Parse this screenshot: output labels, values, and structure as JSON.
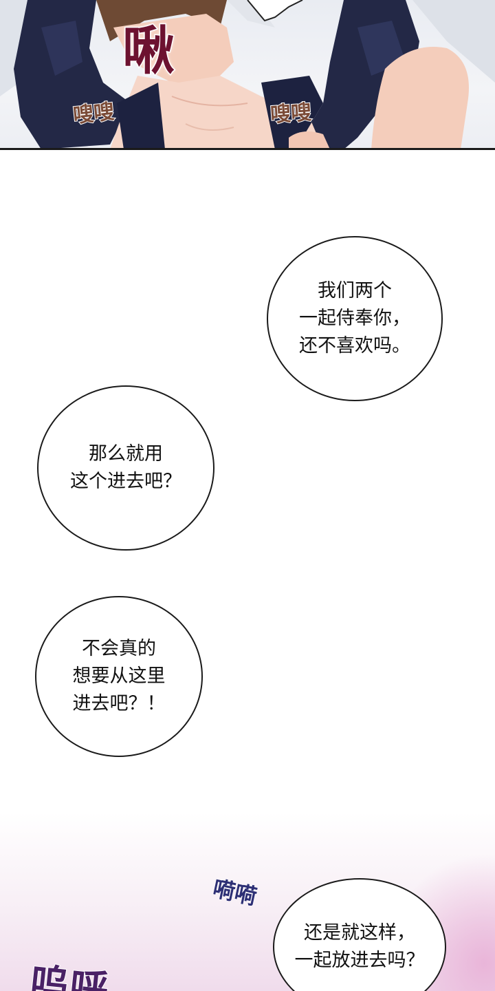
{
  "panel_top": {
    "sfx_main": "啾",
    "sfx_left": "嗖嗖",
    "sfx_right": "嗖嗖"
  },
  "bubbles": [
    {
      "text": "我们两个\n一起侍奉你，\n还不喜欢吗。"
    },
    {
      "text": "那么就用\n这个进去吧？"
    },
    {
      "text": "不会真的\n想要从这里\n进去吧？！"
    },
    {
      "text": "还是就这样，\n一起放进去吗？"
    }
  ],
  "sfx_bottom": {
    "blue": "嗬嗬",
    "purple": "呜呼"
  },
  "colors": {
    "sfx_main": "#6d1230",
    "sfx_small": "#7a4a36",
    "sfx_blue": "#2d2f75",
    "sfx_purple": "#4a2166"
  }
}
